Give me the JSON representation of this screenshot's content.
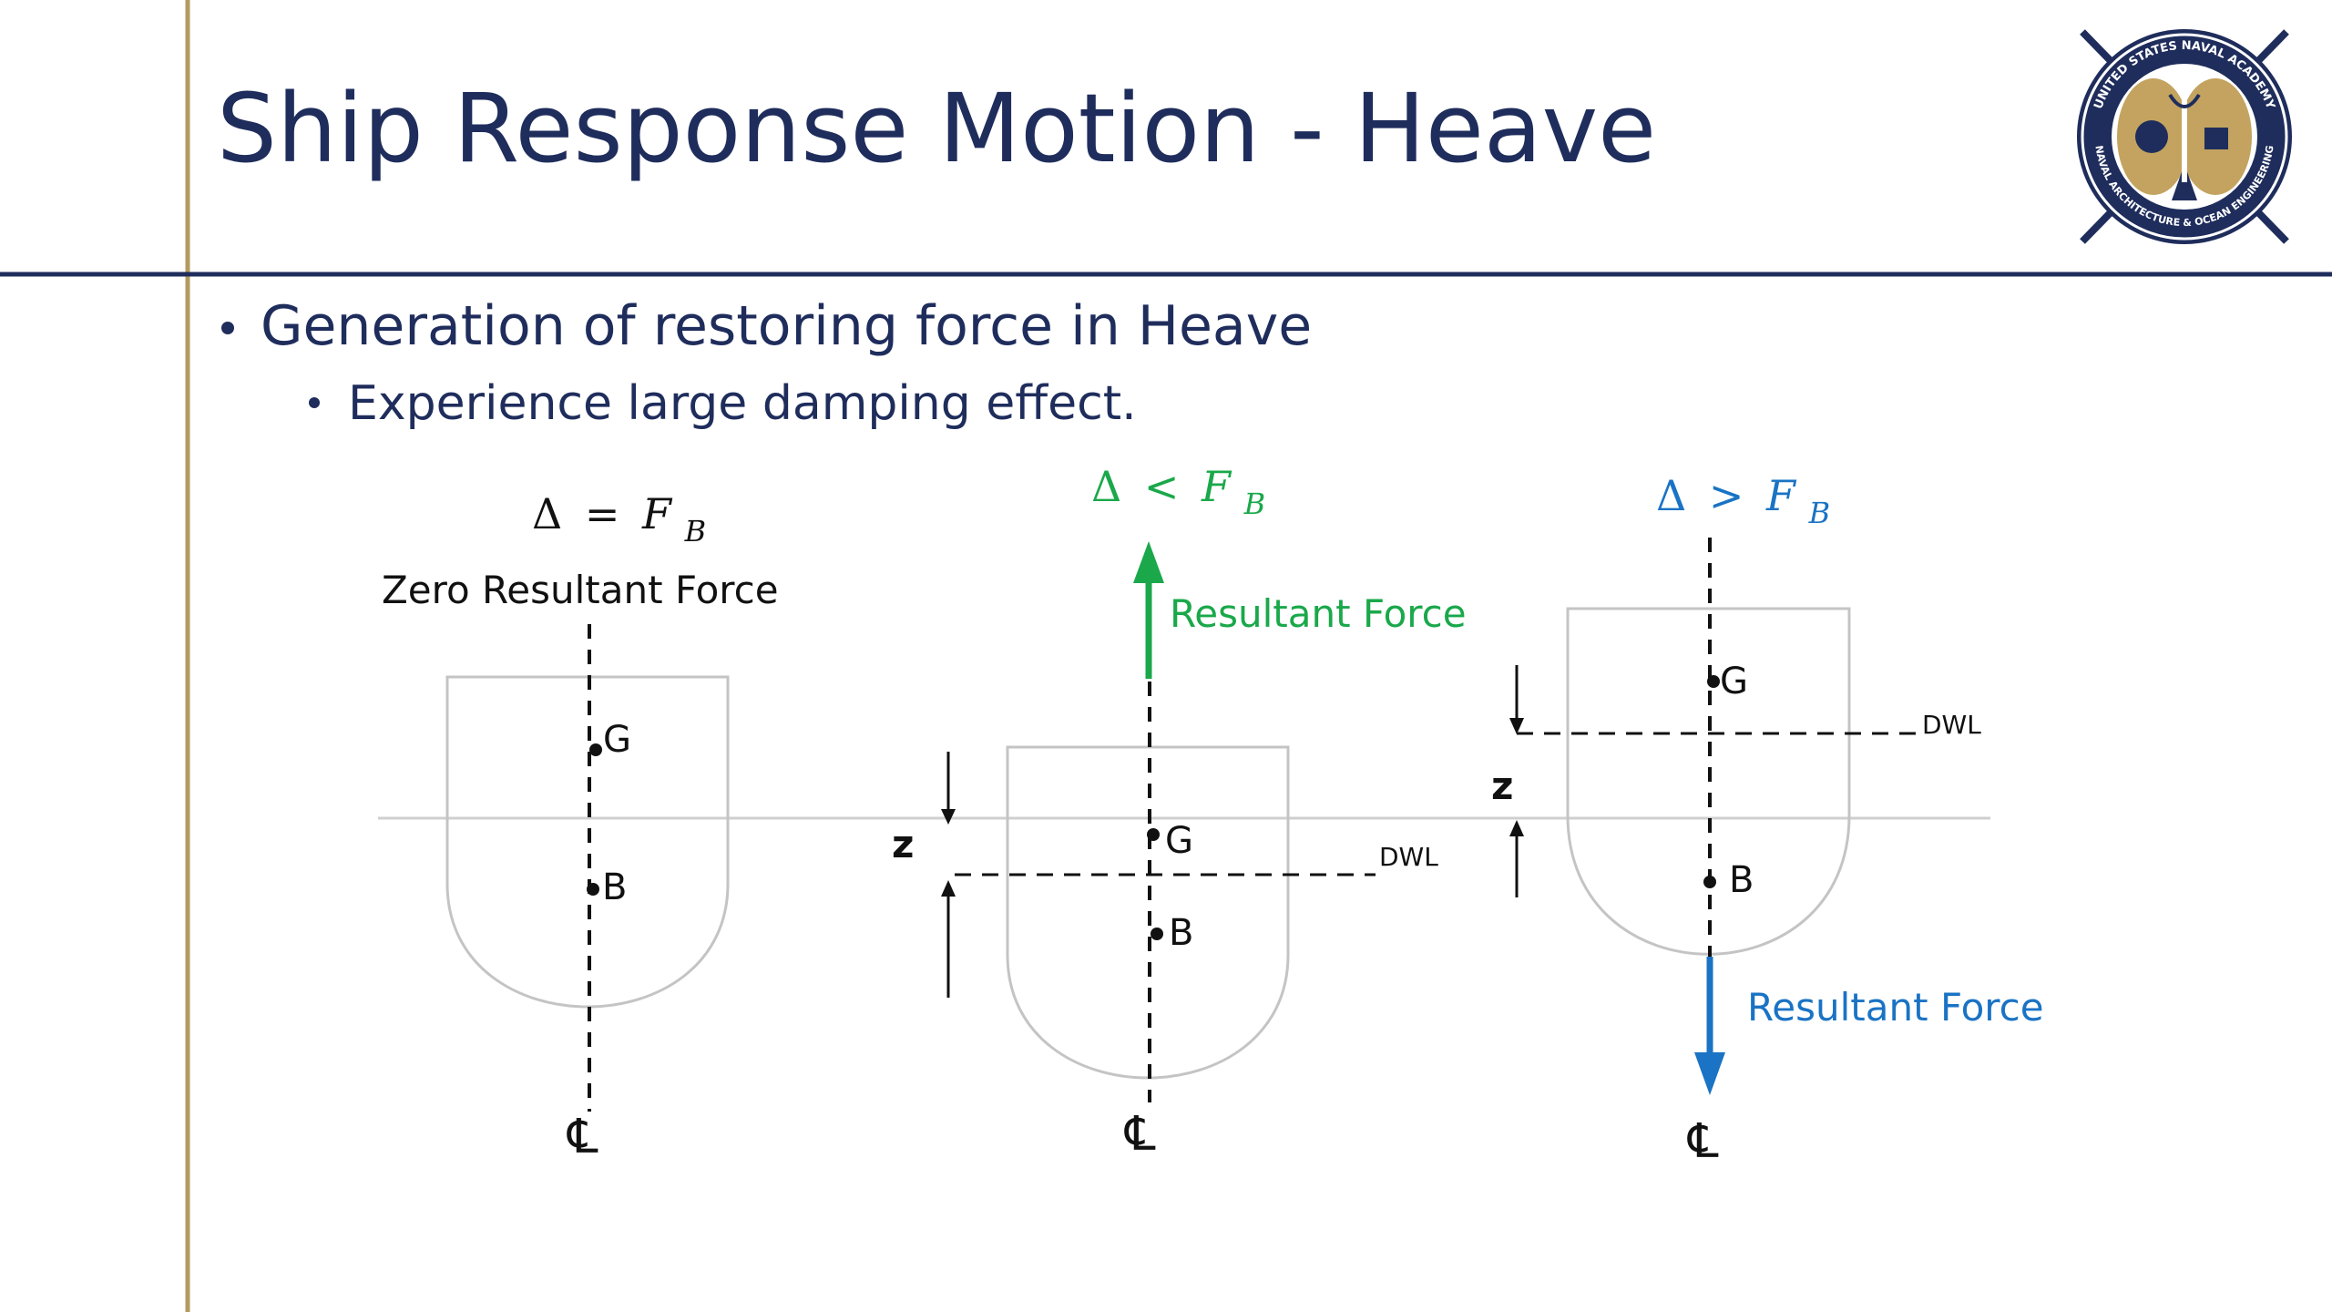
{
  "slide": {
    "title": "Ship Response Motion - Heave",
    "bullets": [
      {
        "level": 1,
        "text": "Generation of restoring force in Heave"
      },
      {
        "level": 2,
        "text": "Experience large damping effect."
      }
    ]
  },
  "logo": {
    "ring_text_top": "UNITED STATES NAVAL ACADEMY",
    "ring_text_bottom": "NAVAL ARCHITECTURE & OCEAN ENGINEERING"
  },
  "diagrams": {
    "left": {
      "relation_lhs": "Δ",
      "relation_op": "=",
      "relation_var": "F",
      "relation_sub": "B",
      "label": "Zero Resultant Force",
      "g_label": "G",
      "b_label": "B",
      "centerline_symbol": "℄"
    },
    "middle": {
      "relation_lhs": "Δ",
      "relation_op": "<",
      "relation_var": "F",
      "relation_sub": "B",
      "force_label": "Resultant Force",
      "g_label": "G",
      "b_label": "B",
      "dwl_label": "DWL",
      "z_label": "z",
      "centerline_symbol": "℄"
    },
    "right": {
      "relation_lhs": "Δ",
      "relation_op": ">",
      "relation_var": "F",
      "relation_sub": "B",
      "force_label": "Resultant Force",
      "g_label": "G",
      "b_label": "B",
      "dwl_label": "DWL",
      "z_label": "z",
      "centerline_symbol": "℄"
    }
  },
  "colors": {
    "title": "#1f2d5c",
    "text": "#1f2d5c",
    "header_rule": "#1f2d5c",
    "gold_rule": "#b39b5f",
    "green": "#1aa84a",
    "blue": "#1a73c4",
    "hull": "#bdbdbd",
    "black": "#111111"
  }
}
